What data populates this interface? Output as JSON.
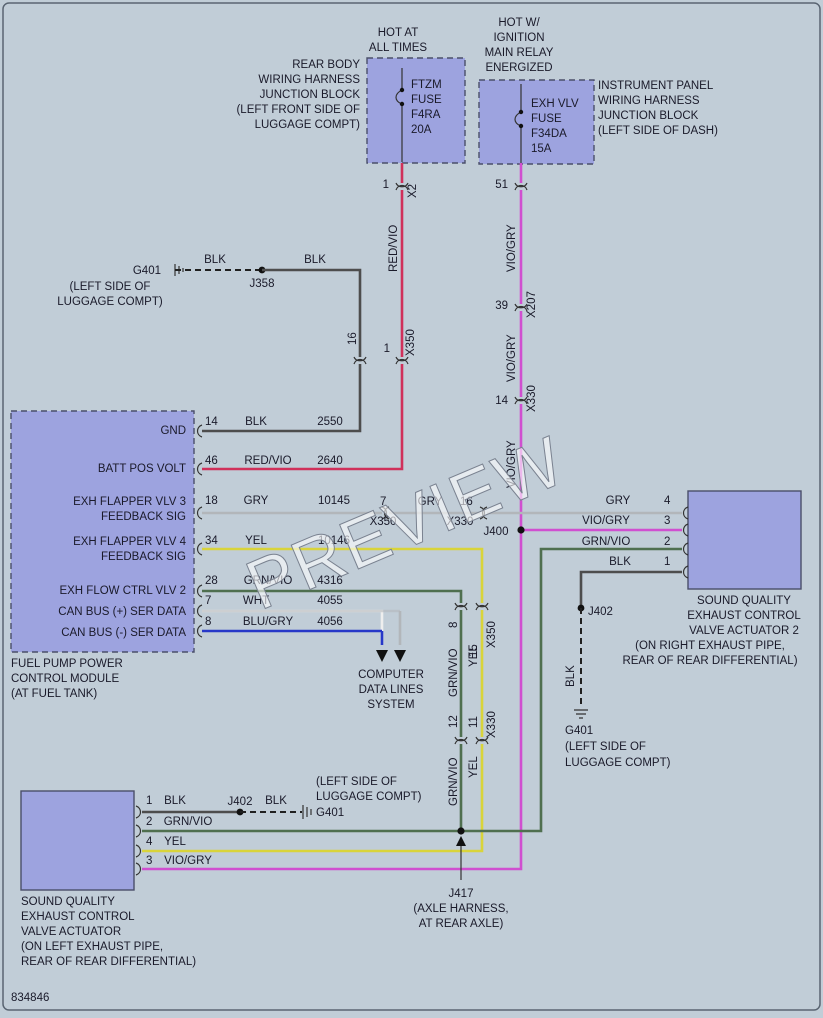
{
  "hot_all": [
    "HOT AT",
    "ALL TIMES"
  ],
  "hot_ign": [
    "HOT W/",
    "IGNITION",
    "MAIN RELAY",
    "ENERGIZED"
  ],
  "rear_jb": [
    "REAR BODY",
    "WIRING HARNESS",
    "JUNCTION BLOCK",
    "(LEFT FRONT SIDE OF",
    "LUGGAGE COMPT)"
  ],
  "ip_jb": [
    "INSTRUMENT PANEL",
    "WIRING HARNESS",
    "JUNCTION BLOCK",
    "(LEFT SIDE OF DASH)"
  ],
  "fuse1": [
    "FTZM",
    "FUSE",
    "F4RA",
    "20A"
  ],
  "fuse2": [
    "EXH VLV",
    "FUSE",
    "F34DA",
    "15A"
  ],
  "g401_top": [
    "G401",
    "(LEFT SIDE OF",
    "LUGGAGE COMPT)"
  ],
  "j358": "J358",
  "blk": "BLK",
  "red_vio": "RED/VIO",
  "vio_gry": "VIO/GRY",
  "gry": "GRY",
  "yel": "YEL",
  "grn_vio": "GRN/VIO",
  "wht": "WHT",
  "blu_gry": "BLU/GRY",
  "pins": {
    "p1": "1",
    "p2": "2",
    "p3": "3",
    "p4": "4",
    "p7": "7",
    "p8": "8",
    "p11": "11",
    "p12": "12",
    "p14": "14",
    "p15": "15",
    "p16": "16",
    "p18": "18",
    "p28": "28",
    "p34": "34",
    "p39": "39",
    "p46": "46",
    "p51": "51"
  },
  "conns": {
    "x2": "X2",
    "x350": "X350",
    "x207": "X207",
    "x330": "X330"
  },
  "ckt": {
    "c2550": "2550",
    "c2640": "2640",
    "c10145": "10145",
    "c10146": "10146",
    "c4316": "4316",
    "c4055": "4055",
    "c4056": "4056"
  },
  "fppm_pins": [
    "GND",
    "BATT POS VOLT",
    "EXH FLAPPER VLV 3",
    "FEEDBACK SIG",
    "EXH FLAPPER VLV 4",
    "FEEDBACK SIG",
    "EXH FLOW CTRL VLV 2",
    "CAN BUS (+) SER DATA",
    "CAN BUS (-) SER DATA"
  ],
  "fppm": [
    "FUEL PUMP POWER",
    "CONTROL MODULE",
    "(AT FUEL TANK)"
  ],
  "comp": [
    "COMPUTER",
    "DATA LINES",
    "SYSTEM"
  ],
  "j400": "J400",
  "j402": "J402",
  "j417": [
    "J417",
    "(AXLE HARNESS,",
    "AT REAR AXLE)"
  ],
  "act2": [
    "SOUND QUALITY",
    "EXHAUST CONTROL",
    "VALVE ACTUATOR 2",
    "(ON RIGHT EXHAUST PIPE,",
    "REAR OF REAR DIFFERENTIAL)"
  ],
  "g401_right": [
    "G401",
    "(LEFT SIDE OF",
    "LUGGAGE COMPT)"
  ],
  "g401_left": [
    "(LEFT SIDE OF",
    "LUGGAGE COMPT)",
    "G401"
  ],
  "act1": [
    "SOUND QUALITY",
    "EXHAUST CONTROL",
    "VALVE ACTUATOR",
    "(ON LEFT EXHAUST PIPE,",
    "REAR OF REAR DIFFERENTIAL)"
  ],
  "fig_no": "834846",
  "watermark": "PREVIEW"
}
